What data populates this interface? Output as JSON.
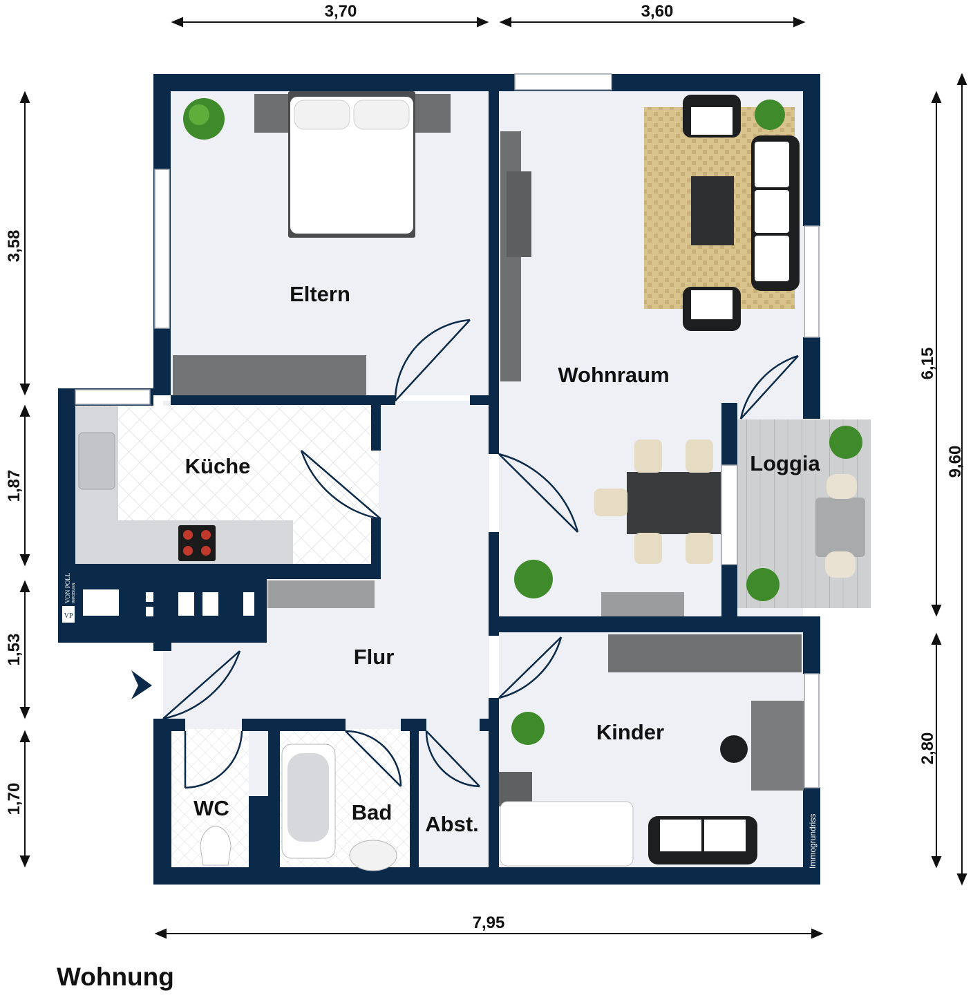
{
  "plan_title": "Wohnung",
  "colors": {
    "wall": "#0b2a4a",
    "floor": "#eef0f5",
    "window": "#ffffff",
    "furniture_grey": "#707274",
    "rug": "#d9c48e",
    "tile": "#ffffff",
    "deck": "#c9c9ca"
  },
  "rooms": {
    "eltern": "Eltern",
    "wohnraum": "Wohnraum",
    "kueche": "Küche",
    "loggia": "Loggia",
    "flur": "Flur",
    "kinder": "Kinder",
    "wc": "WC",
    "bad": "Bad",
    "abst": "Abst."
  },
  "dimensions": {
    "top_left": "3,70",
    "top_right": "3,60",
    "bottom": "7,95",
    "left": [
      "3,58",
      "1,87",
      "1,53",
      "1,70"
    ],
    "right_inner": [
      "6,15",
      "2,80"
    ],
    "right_outer": "9,60"
  },
  "icons": {
    "entry": "entrance-arrow-icon",
    "logo": "von-poll-logo-icon"
  },
  "logo": {
    "monogram": "VP",
    "name": "VON POLL",
    "sub": "IMMOBILIEN"
  },
  "watermark": "Immogrundriss"
}
